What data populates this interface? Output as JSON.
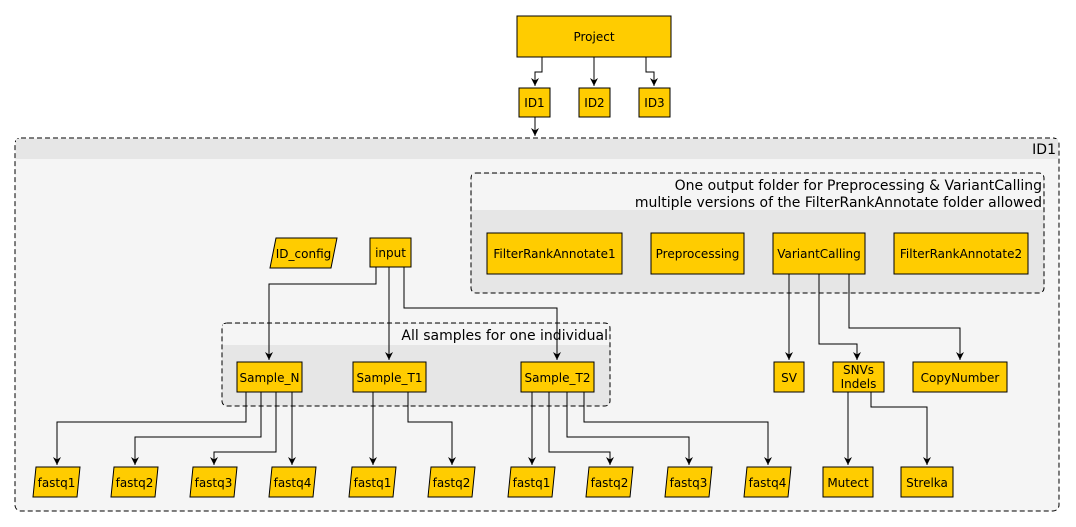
{
  "colors": {
    "node_fill": "#ffcc00",
    "node_stroke": "#000000",
    "group_fill": "#f5f5f5",
    "group_header": "#e6e6e6",
    "inner_group_fill": "#e6e6e6"
  },
  "project": "Project",
  "ids": [
    "ID1",
    "ID2",
    "ID3"
  ],
  "container_label": "ID1",
  "output_group": {
    "label_line1": "One output folder for Preprocessing & VariantCalling",
    "label_line2": "multiple versions of the FilterRankAnnotate folder allowed"
  },
  "folders": [
    "FilterRankAnnotate1",
    "Preprocessing",
    "VariantCalling",
    "FilterRankAnnotate2"
  ],
  "config": "ID_config",
  "input": "input",
  "samples_group_label": "All samples for one individual",
  "samples": [
    "Sample_N",
    "Sample_T1",
    "Sample_T2"
  ],
  "variant_outputs": {
    "sv": "SV",
    "snvs_line1": "SNVs",
    "snvs_line2": "Indels",
    "copy_number": "CopyNumber"
  },
  "fastq_files": [
    "fastq1",
    "fastq2",
    "fastq3",
    "fastq4",
    "fastq1",
    "fastq2",
    "fastq1",
    "fastq2",
    "fastq3",
    "fastq4"
  ],
  "callers": [
    "Mutect",
    "Strelka"
  ]
}
